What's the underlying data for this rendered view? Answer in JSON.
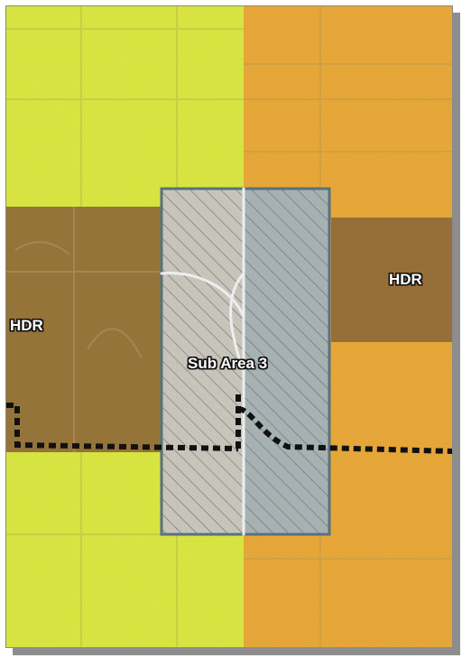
{
  "map": {
    "labels": {
      "hdr_right": "HDR",
      "hdr_left": "HDR",
      "sub_area": "Sub Area 3"
    },
    "colors": {
      "yellow_land": "#d8e63a",
      "orange_land": "#e8a531",
      "brown_land": "#8f6a38",
      "subarea_fill": "#c8c0c6",
      "subarea_hatch": "#375f6e",
      "boundary_line": "#111111",
      "road": "#eef1f2"
    },
    "icons": {
      "hatch": "diagonal-hatch-pattern",
      "boundary": "dotted-boundary-line"
    }
  }
}
